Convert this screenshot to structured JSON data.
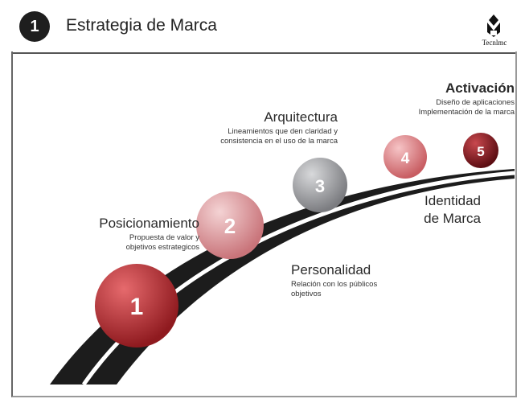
{
  "header": {
    "badge": "1",
    "title": "Estrategia de Marca",
    "logo_text": "Tecnlmc"
  },
  "steps": [
    {
      "number": "1",
      "color": "#c1282c"
    },
    {
      "number": "2",
      "color": "#e2a4a7"
    },
    {
      "number": "3",
      "color": "#a7a8ab"
    },
    {
      "number": "4",
      "color": "#e99a9d"
    },
    {
      "number": "5",
      "color": "#8e1c22"
    }
  ],
  "labels": {
    "posicionamiento": {
      "title": "Posicionamiento",
      "desc_1": "Propuesta de valor y",
      "desc_2": "objetivos estrategicos"
    },
    "arquitectura": {
      "title": "Arquitectura",
      "desc_1": "Lineamientos que den claridad y",
      "desc_2": "consistencia en el uso de la marca"
    },
    "activacion": {
      "title": "Activación",
      "desc_1": "Diseño de aplicaciones",
      "desc_2": "Implementación de la marca"
    },
    "identidad": {
      "title_1": "Identidad",
      "title_2": "de Marca"
    },
    "personalidad": {
      "title": "Personalidad",
      "desc_1": "Relación con los públicos",
      "desc_2": "objetivos"
    }
  }
}
